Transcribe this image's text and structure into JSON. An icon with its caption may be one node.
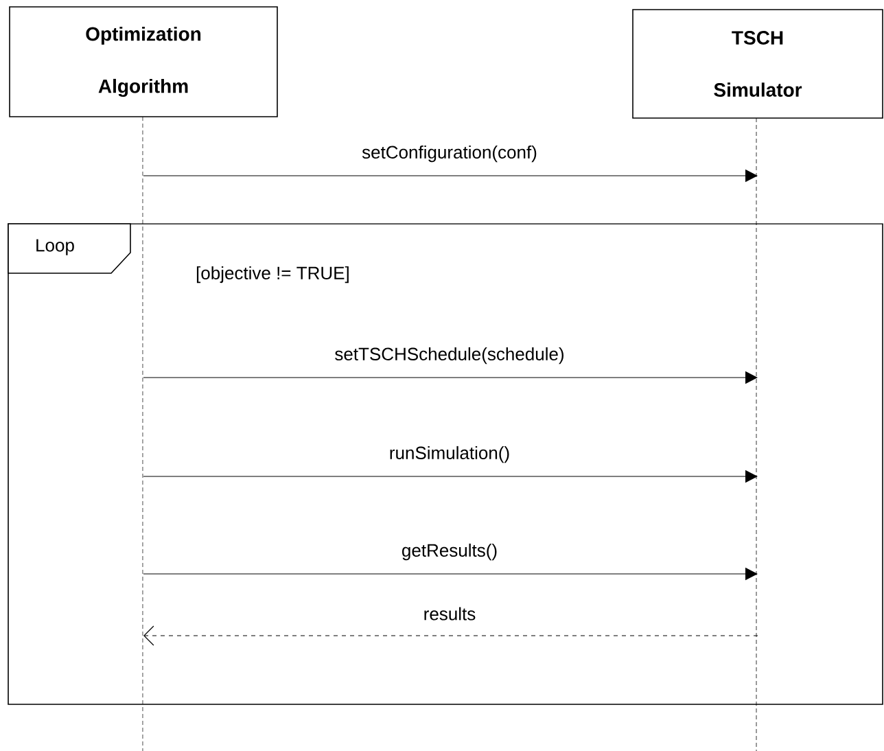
{
  "diagram": {
    "nodes": [
      {
        "text": [
          "Optimization Algorithm"
        ]
      },
      {
        "text": [
          "TSCH Simulator"
        ]
      }
    ],
    "labels": [
      "Loop",
      "[objective != TRUE]"
    ],
    "edges": [
      {
        "from": 0,
        "to": 1,
        "arrow": "to",
        "label": "setConfiguration(conf)"
      },
      {
        "from": 0,
        "to": 1,
        "arrow": "to",
        "label": "setTSCHSchedule(schedule)"
      },
      {
        "from": 0,
        "to": 1,
        "arrow": "to",
        "label": "runSimulation()"
      },
      {
        "from": 0,
        "to": 1,
        "arrow": "to",
        "label": "getResults()"
      },
      {
        "from": 1,
        "to": 0,
        "arrow": "to",
        "label": "results",
        "style": "dashed"
      }
    ]
  }
}
